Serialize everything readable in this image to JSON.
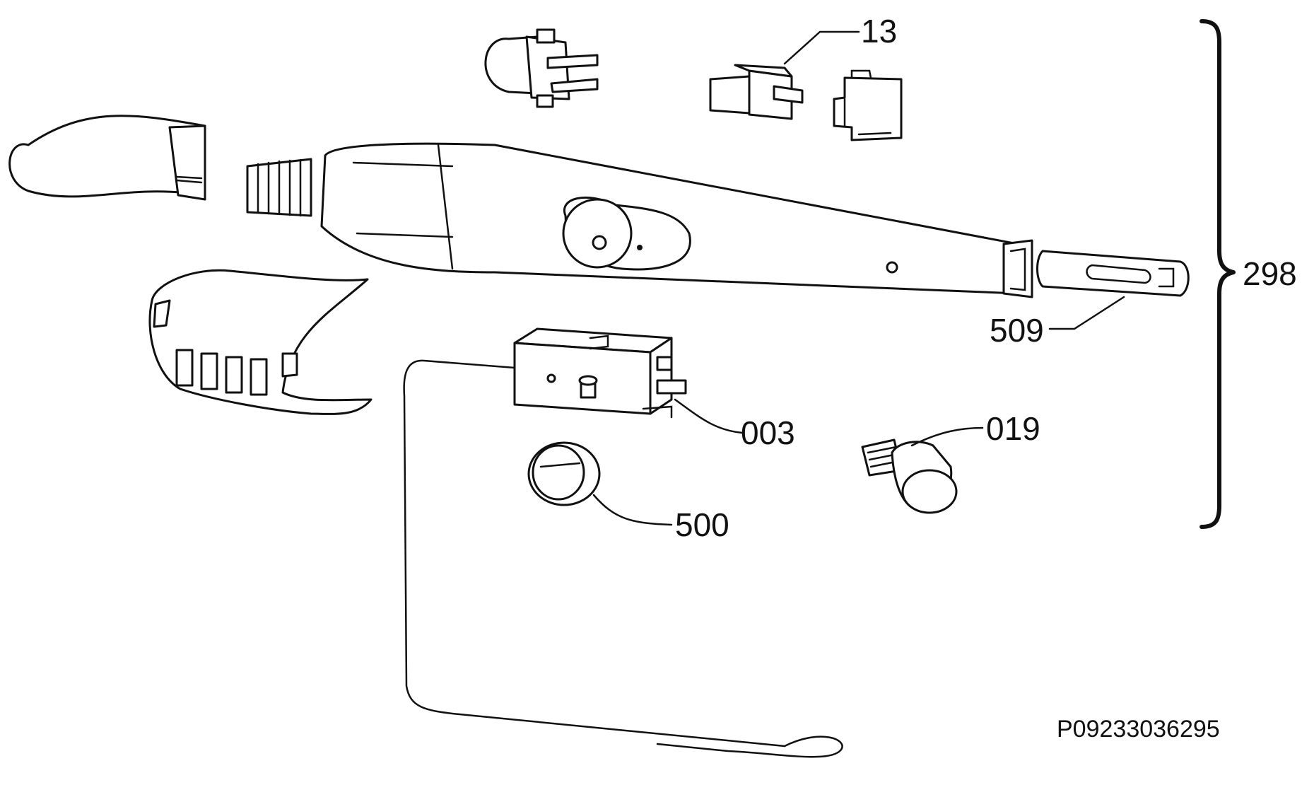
{
  "callouts": {
    "switch_block": "13",
    "housing_assembly": "298",
    "end_cap": "509",
    "thermostat": "003",
    "lamp": "019",
    "knob": "500"
  },
  "reference_code": "P09233036295",
  "colors": {
    "ink": "#111111",
    "paper": "#ffffff"
  }
}
